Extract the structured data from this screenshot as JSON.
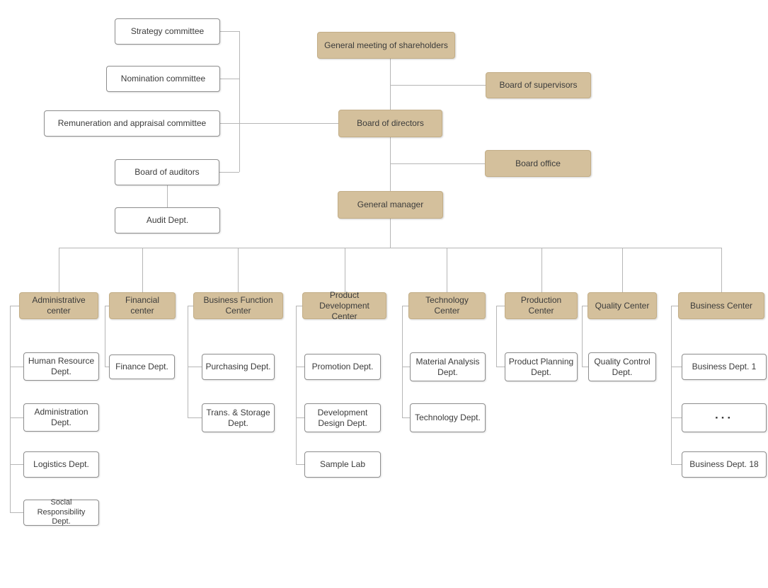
{
  "diagram": {
    "type": "organization-chart",
    "governance": {
      "shareholders": "General meeting of shareholders",
      "supervisors": "Board of supervisors",
      "directors": "Board of directors",
      "board_office": "Board office",
      "general_manager": "General manager"
    },
    "committees": {
      "strategy": "Strategy committee",
      "nomination": "Nomination committee",
      "remuneration": "Remuneration and appraisal committee",
      "auditors": "Board of auditors",
      "audit_dept": "Audit Dept."
    },
    "centers": {
      "administrative": {
        "label": "Administrative center",
        "depts": [
          "Human Resource Dept.",
          "Administration Dept.",
          "Logistics Dept.",
          "Social Responsibility Dept."
        ]
      },
      "financial": {
        "label": "Financial center",
        "depts": [
          "Finance Dept."
        ]
      },
      "business_function": {
        "label": "Business Function Center",
        "depts": [
          "Purchasing Dept.",
          "Trans. & Storage Dept."
        ]
      },
      "product_development": {
        "label": "Product Development Center",
        "depts": [
          "Promotion Dept.",
          "Development Design Dept.",
          "Sample Lab"
        ]
      },
      "technology": {
        "label": "Technology Center",
        "depts": [
          "Material Analysis Dept.",
          "Technology Dept."
        ]
      },
      "production": {
        "label": "Production Center",
        "depts": [
          "Product Planning Dept."
        ]
      },
      "quality": {
        "label": "Quality Center",
        "depts": [
          "Quality Control Dept."
        ]
      },
      "business": {
        "label": "Business Center",
        "depts": [
          "Business Dept. 1",
          "···",
          "Business Dept. 18"
        ]
      }
    }
  },
  "colors": {
    "box_fill": "#d4c09c",
    "box_fill_border": "#c3ae87",
    "white_box_border": "#8d8d8d",
    "connector_line": "#b6b6b6",
    "text": "#3b3b3b"
  }
}
